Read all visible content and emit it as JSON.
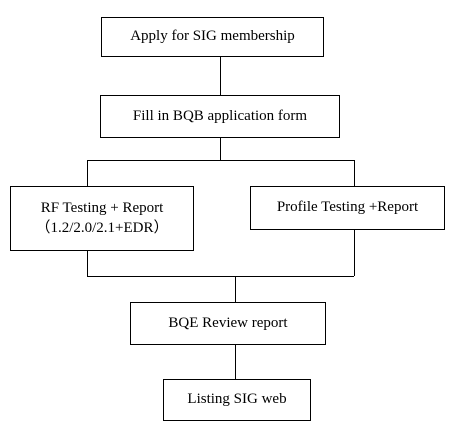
{
  "nodes": {
    "apply": {
      "label": "Apply for SIG membership"
    },
    "fill": {
      "label": "Fill in BQB application form"
    },
    "rf": {
      "label": "RF Testing + Report",
      "sublabel": "（1.2/2.0/2.1+EDR）"
    },
    "profile": {
      "label": "Profile Testing +Report"
    },
    "bqe": {
      "label": "BQE Review report"
    },
    "listing": {
      "label": "Listing SIG web"
    }
  }
}
